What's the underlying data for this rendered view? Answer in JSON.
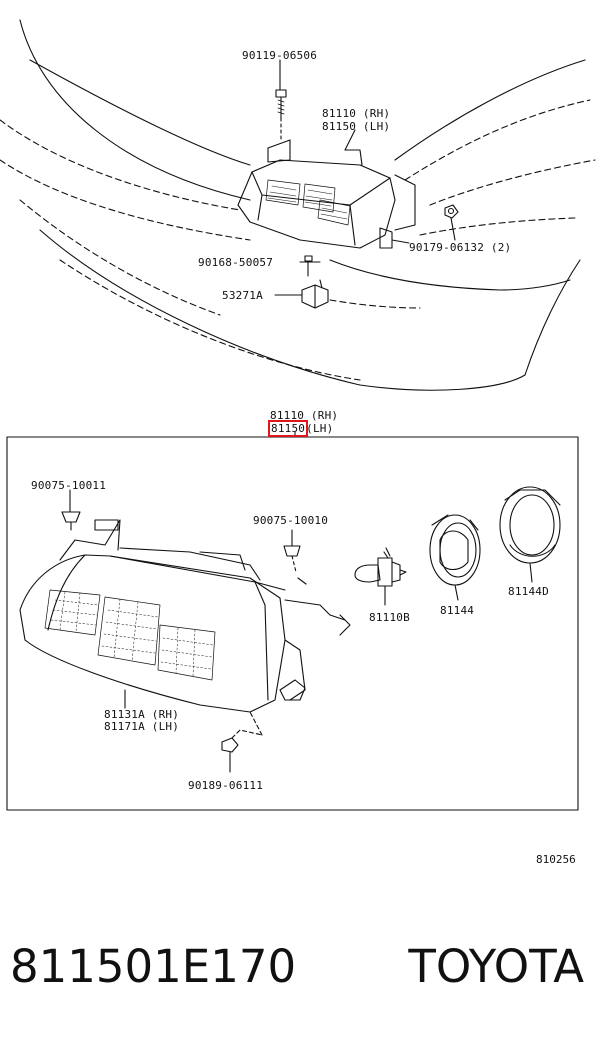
{
  "top_section": {
    "callouts": {
      "bolt": "90119-06506",
      "headlamp_rh": "81110 (RH)",
      "headlamp_lh": "81150 (LH)",
      "nut": "90179-06132 (2)",
      "screw": "90168-50057",
      "bracket": "53271A"
    }
  },
  "detail_section": {
    "title_rh": "81110 (RH)",
    "title_lh_code": "81150",
    "title_lh_suffix": "(LH)",
    "callouts": {
      "clip_left": "90075-10011",
      "clip_right": "90075-10010",
      "bulb": "81110B",
      "socket": "81144",
      "cover": "81144D",
      "unit_rh": "81131A (RH)",
      "unit_lh": "81171A (LH)",
      "grommet": "90189-06111"
    }
  },
  "figure_number": "810256",
  "footer": {
    "part_number": "811501E170",
    "brand": "TOYOTA"
  },
  "colors": {
    "line": "#111111",
    "highlight": "#e0161b",
    "background": "#ffffff"
  }
}
